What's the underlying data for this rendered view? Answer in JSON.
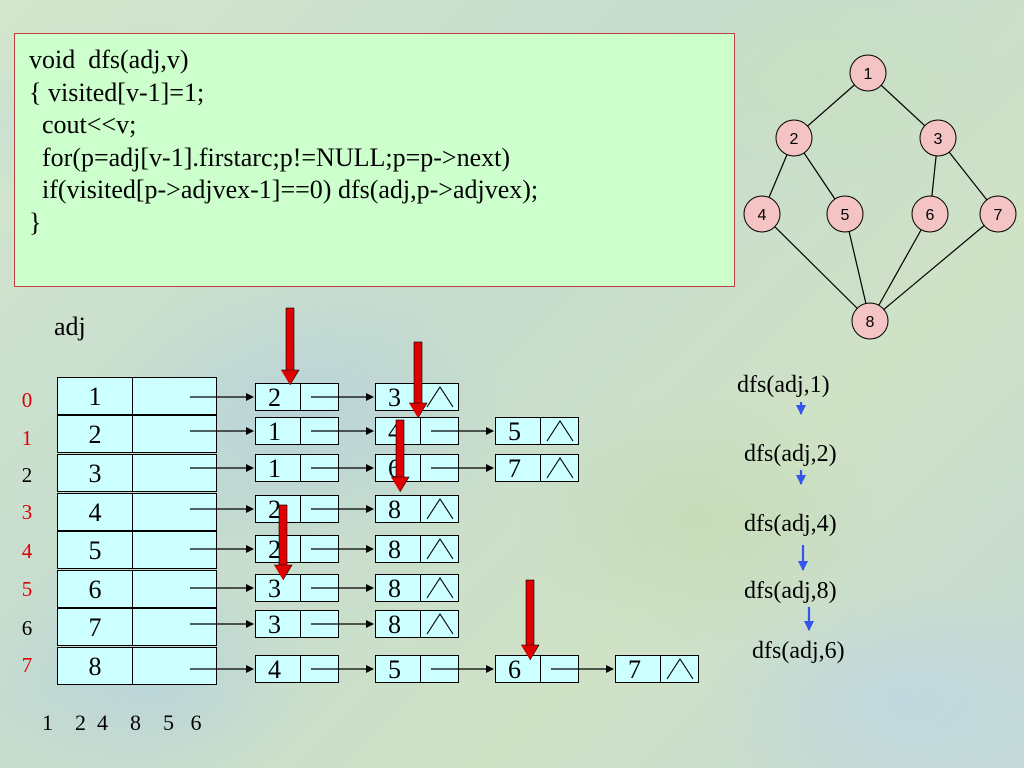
{
  "code": {
    "lines": [
      "void  dfs(adj,v)",
      "{ visited[v-1]=1;",
      "  cout<<v;",
      "  for(p=adj[v-1].firstarc;p!=NULL;p=p->next)",
      "  if(visited[p->adjvex-1]==0) dfs(adj,p->adjvex);",
      "}"
    ]
  },
  "adj_label": "adj",
  "indices": [
    {
      "label": "0",
      "color": "red"
    },
    {
      "label": "1",
      "color": "red"
    },
    {
      "label": "2",
      "color": "black"
    },
    {
      "label": "3",
      "color": "red"
    },
    {
      "label": "4",
      "color": "red"
    },
    {
      "label": "5",
      "color": "red"
    },
    {
      "label": "6",
      "color": "black"
    },
    {
      "label": "7",
      "color": "red"
    }
  ],
  "vertices": [
    "1",
    "2",
    "3",
    "4",
    "5",
    "6",
    "7",
    "8"
  ],
  "adjacency": [
    [
      "2",
      "3"
    ],
    [
      "1",
      "4",
      "5"
    ],
    [
      "1",
      "6",
      "7"
    ],
    [
      "2",
      "8"
    ],
    [
      "2",
      "8"
    ],
    [
      "3",
      "8"
    ],
    [
      "3",
      "8"
    ],
    [
      "4",
      "5",
      "6",
      "7"
    ]
  ],
  "graph": {
    "nodes": [
      "1",
      "2",
      "3",
      "4",
      "5",
      "6",
      "7",
      "8"
    ],
    "edges": [
      [
        "1",
        "2"
      ],
      [
        "1",
        "3"
      ],
      [
        "2",
        "4"
      ],
      [
        "2",
        "5"
      ],
      [
        "3",
        "6"
      ],
      [
        "3",
        "7"
      ],
      [
        "4",
        "8"
      ],
      [
        "5",
        "8"
      ],
      [
        "6",
        "8"
      ],
      [
        "7",
        "8"
      ]
    ]
  },
  "dfs_calls": [
    "dfs(adj,1)",
    "dfs(adj,2)",
    "dfs(adj,4)",
    "dfs(adj,8)",
    "dfs(adj,6)"
  ],
  "visit_sequence": "1    2  4    8    5   6",
  "colors": {
    "code_bg": "#ccffcc",
    "cell_bg": "#ccffff",
    "graph_node": "#f4c4c4",
    "pointer_arrow": "#e00000",
    "call_arrow": "#3355ee",
    "index_red": "#e00000"
  }
}
